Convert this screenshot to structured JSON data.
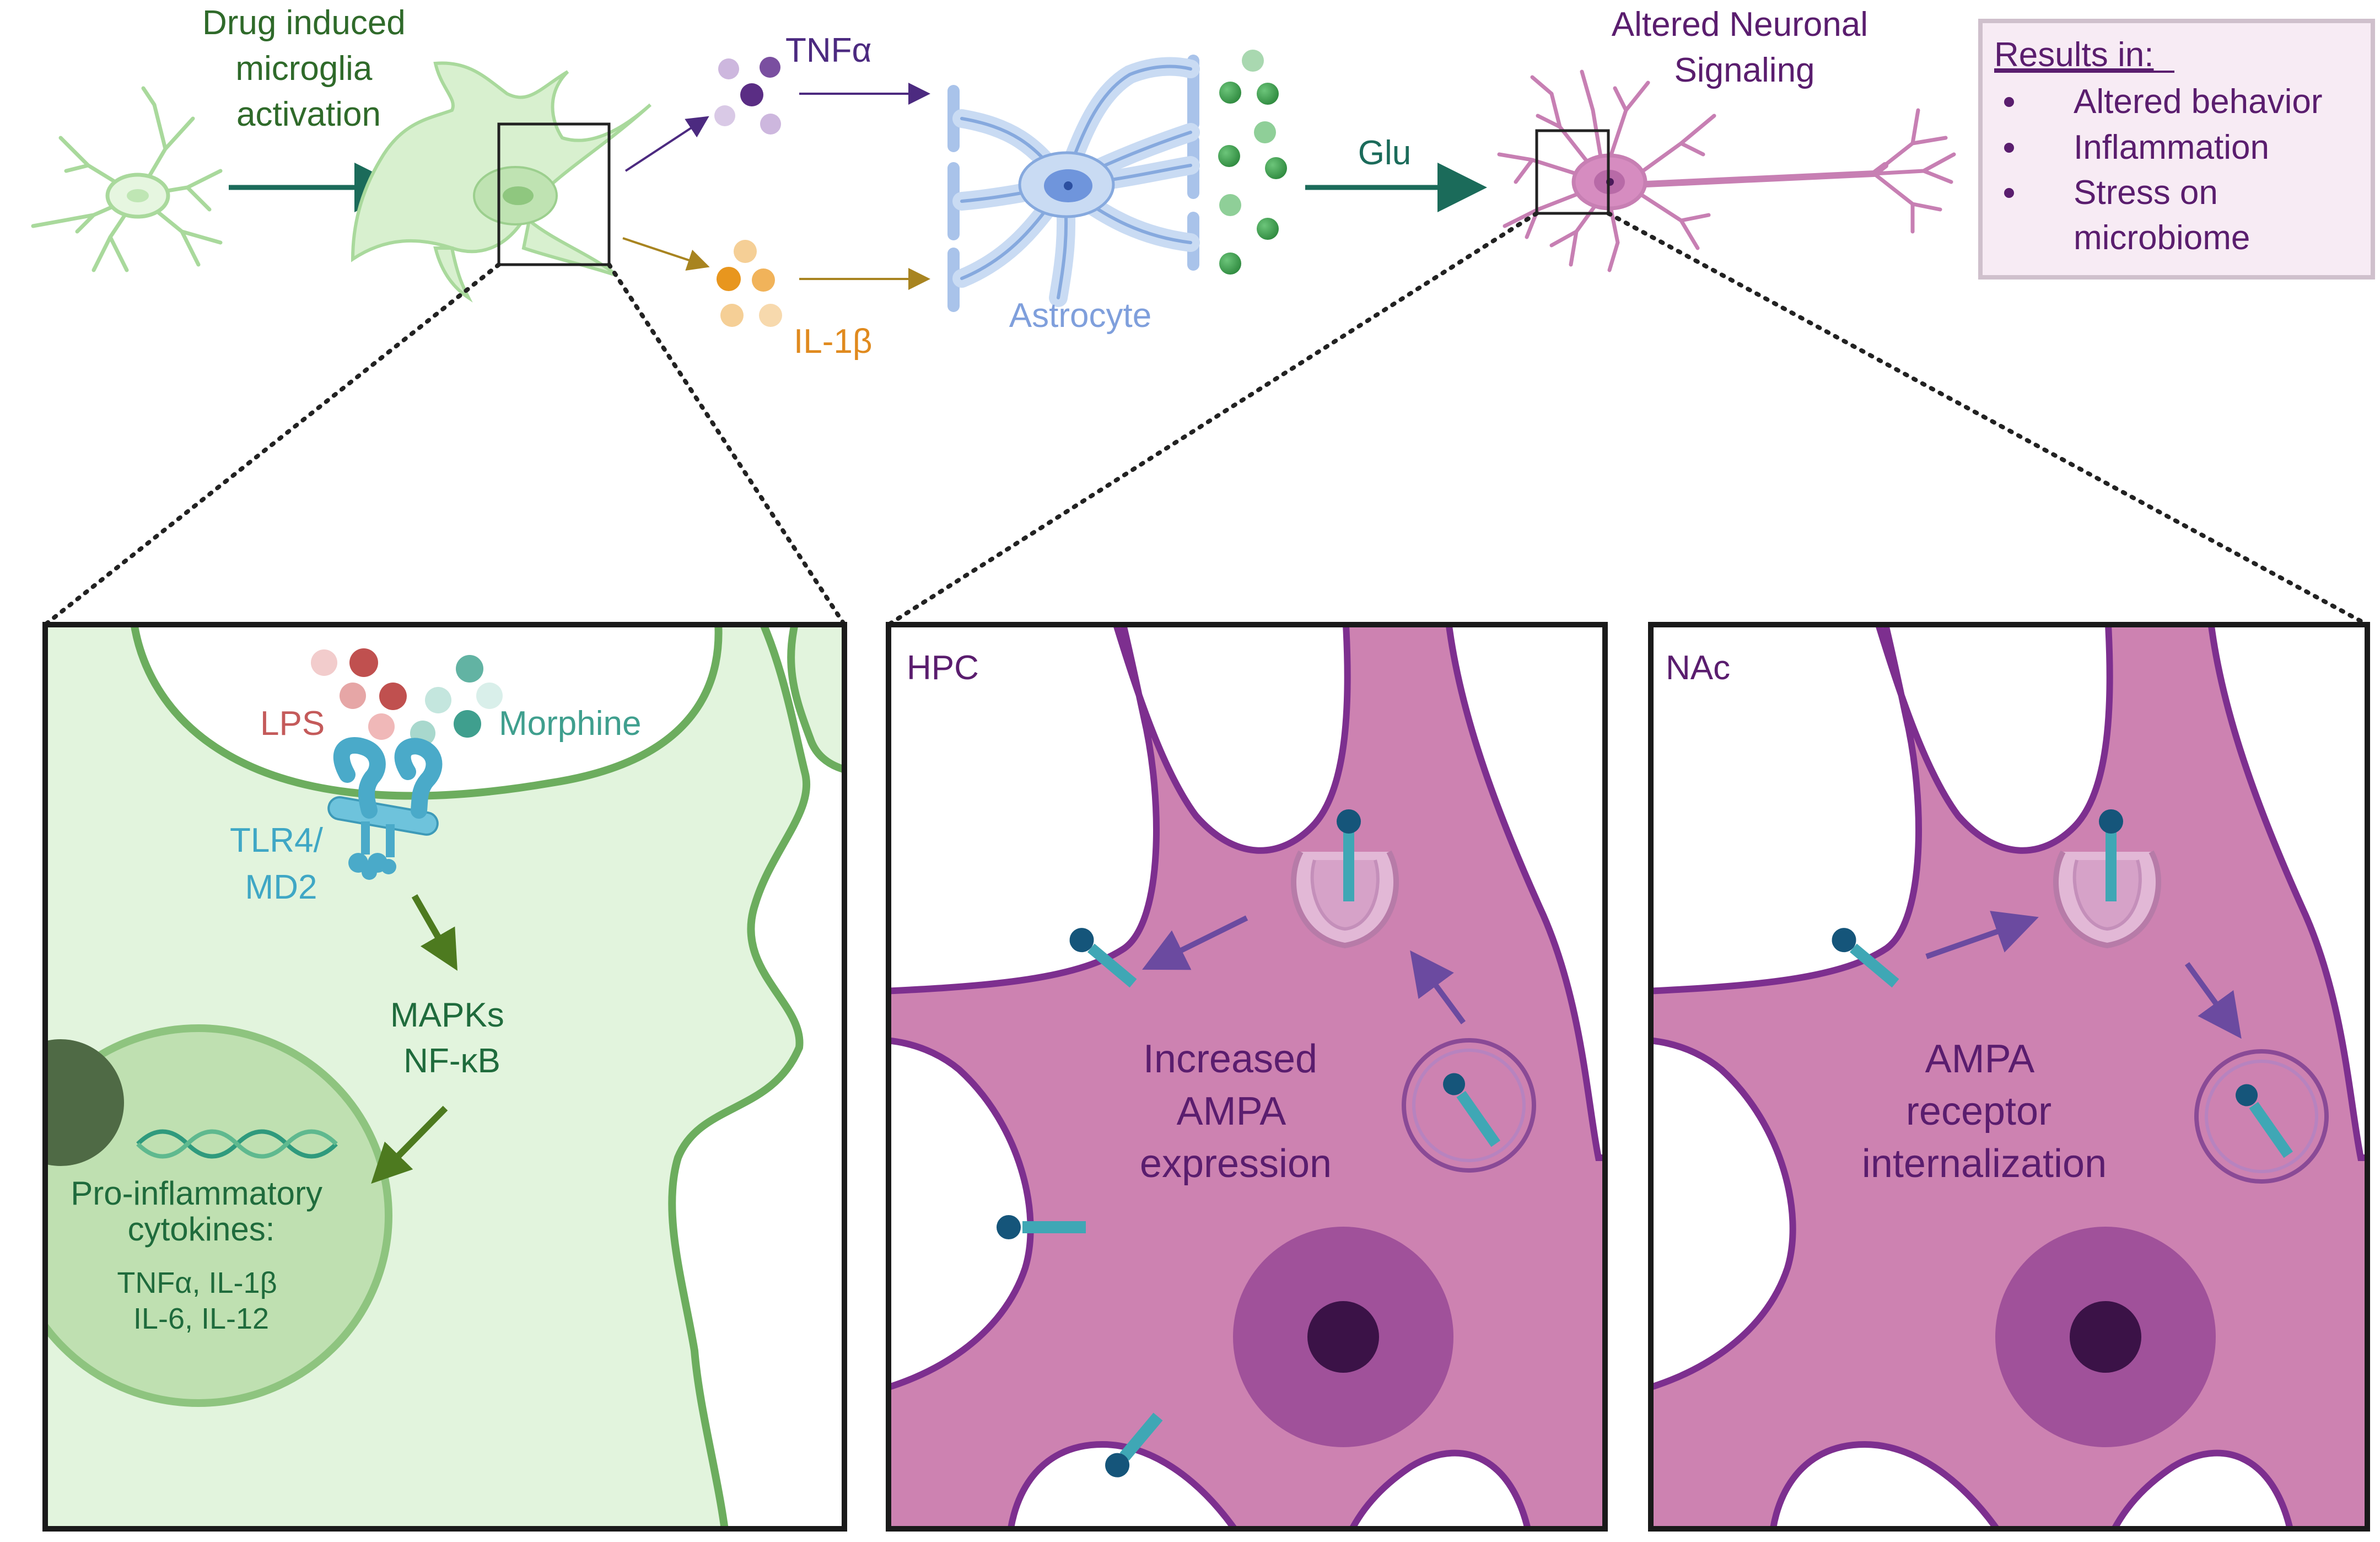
{
  "colors": {
    "microglia_fill": "#e2f4dd",
    "microglia_stroke": "#6cad5e",
    "microglia_text": "#2f6a2a",
    "tnf": "#7a4fa0",
    "il1b": "#e8a23c",
    "il1b_text": "#e08a1e",
    "astro_fill": "#d9e6f7",
    "astro_stroke": "#86a9de",
    "astro_text": "#7f9fdc",
    "glu_dot": "#3e9a4d",
    "teal_arrow": "#1b6b5a",
    "neuron_fill": "#cd82b1",
    "neuron_stroke": "#7d2f8f",
    "neuron_text": "#5a1d6e",
    "nucleus_outer": "#a0519a",
    "nucleus_inner": "#3b1247",
    "receptor": "#3fa7b5",
    "receptor_head": "#15557a",
    "lps": "#c45a5a",
    "morphine": "#3f9f8e",
    "tlr4": "#4aaac9",
    "pathway_arrow": "#4d7a1f",
    "results_fill": "#f7ebf4",
    "results_stroke": "#cfc0cc"
  },
  "icons": {
    "microglia_resting": "microglia-cell-icon",
    "microglia_active": "activated-microglia-icon",
    "astrocyte": "astrocyte-cell-icon",
    "neuron": "neuron-cell-icon",
    "dna": "dna-helix-icon",
    "tlr4": "tlr4-receptor-icon",
    "ampa": "ampa-receptor-icon",
    "vesicle": "endosome-vesicle-icon"
  },
  "top": {
    "microglia_label": [
      "Drug induced",
      "microglia",
      "activation"
    ],
    "tnf_label": "TNFα",
    "il1b_label": "IL-1β",
    "astrocyte_label": "Astrocyte",
    "glu_label": "Glu",
    "neuron_label": [
      "Altered Neuronal",
      "Signaling"
    ],
    "results": {
      "title": "Results in:",
      "items": [
        [
          "Altered behavior"
        ],
        [
          "Inflammation"
        ],
        [
          "Stress on",
          "microbiome"
        ]
      ]
    }
  },
  "panel_microglia": {
    "lps_label": "LPS",
    "morphine_label": "Morphine",
    "tlr4_label": [
      "TLR4/",
      "MD2"
    ],
    "pathway_label": [
      "MAPKs",
      "NF-κB"
    ],
    "cytokines_title": [
      "Pro-inflammatory",
      "cytokines:"
    ],
    "cytokines_list": [
      "TNFα,  IL-1β",
      "IL-6, IL-12"
    ]
  },
  "panel_hpc": {
    "region_label": "HPC",
    "effect_label": [
      "Increased",
      "AMPA",
      "expression"
    ]
  },
  "panel_nac": {
    "region_label": "NAc",
    "effect_label": [
      "AMPA",
      "receptor",
      "internalization"
    ]
  }
}
